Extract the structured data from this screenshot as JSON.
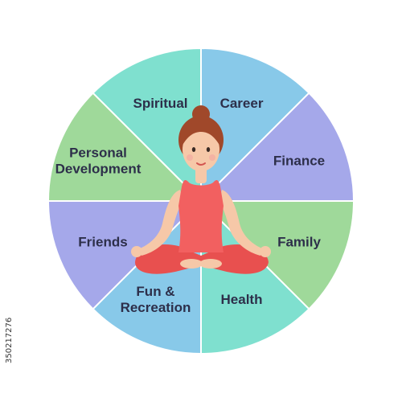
{
  "wheel": {
    "segments": [
      {
        "key": "career",
        "lines": [
          "Career"
        ],
        "color": "#88c9e9"
      },
      {
        "key": "finance",
        "lines": [
          "Finance"
        ],
        "color": "#a5a8ea"
      },
      {
        "key": "family",
        "lines": [
          "Family"
        ],
        "color": "#9fd99a"
      },
      {
        "key": "health",
        "lines": [
          "Health"
        ],
        "color": "#7fe0cf"
      },
      {
        "key": "fun-recreation",
        "lines": [
          "Fun &",
          "Recreation"
        ],
        "color": "#88c9e9"
      },
      {
        "key": "friends",
        "lines": [
          "Friends"
        ],
        "color": "#a5a8ea"
      },
      {
        "key": "personal-development",
        "lines": [
          "Personal",
          "Development"
        ],
        "color": "#9fd99a"
      },
      {
        "key": "spiritual",
        "lines": [
          "Spiritual"
        ],
        "color": "#7fe0cf"
      }
    ],
    "divider_color": "#ffffff",
    "label_color": "#2d2f4a"
  },
  "figure": {
    "skin_color": "#f6c8a8",
    "hair_color": "#a0482a",
    "outfit_color": "#f26060",
    "legs_color": "#e8504f"
  },
  "side_text": "350217276"
}
